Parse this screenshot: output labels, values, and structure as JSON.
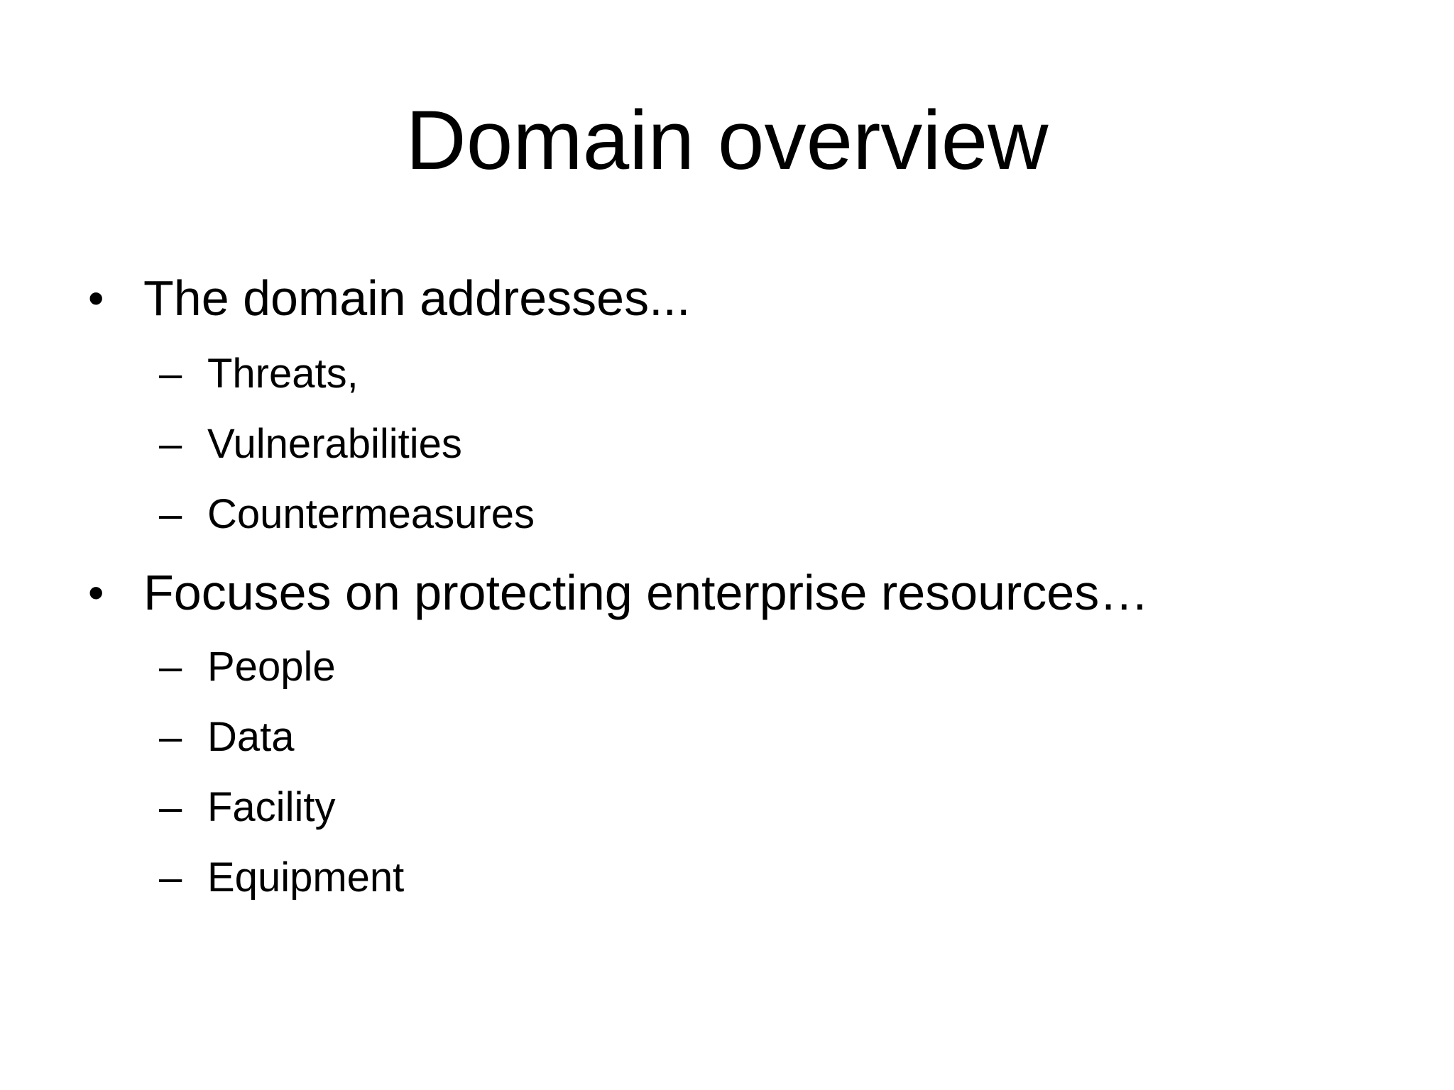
{
  "slide": {
    "title": "Domain overview",
    "bullets": [
      {
        "marker": "•",
        "text": "The domain addresses...",
        "subitems": [
          {
            "marker": "–",
            "text": "Threats,"
          },
          {
            "marker": "–",
            "text": "Vulnerabilities"
          },
          {
            "marker": "–",
            "text": "Countermeasures"
          }
        ]
      },
      {
        "marker": "•",
        "text": "Focuses on protecting enterprise resources…",
        "subitems": [
          {
            "marker": "–",
            "text": "People"
          },
          {
            "marker": "–",
            "text": "Data"
          },
          {
            "marker": "–",
            "text": "Facility"
          },
          {
            "marker": "–",
            "text": "Equipment"
          }
        ]
      }
    ]
  }
}
